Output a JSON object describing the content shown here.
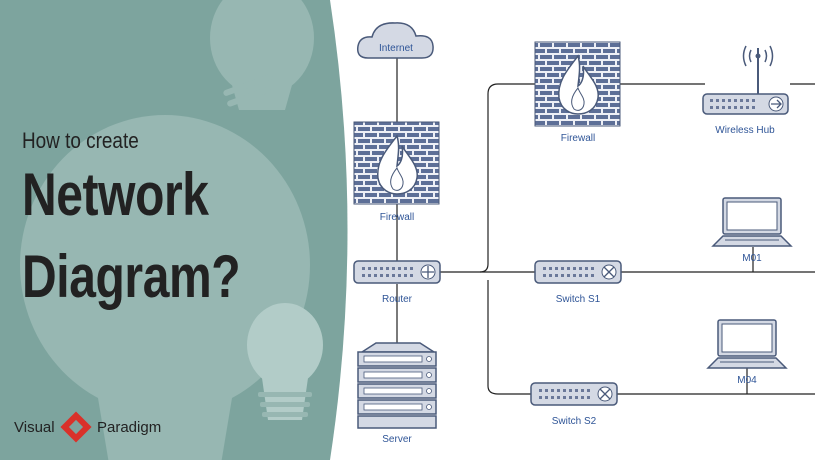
{
  "headline": {
    "intro": "How to create",
    "line1": "Network",
    "line2": "Diagram?"
  },
  "brand": {
    "left": "Visual",
    "right": "Paradigm"
  },
  "nodes": {
    "internet": "Internet",
    "firewall_left": "Firewall",
    "firewall_right": "Firewall",
    "router": "Router",
    "server": "Server",
    "switch_s1": "Switch S1",
    "switch_s2": "Switch S2",
    "wireless_hub": "Wireless Hub",
    "m01": "M01",
    "m04": "M04"
  },
  "colors": {
    "panel": "#7da49e",
    "bulb": "#97b7b2",
    "device_stroke": "#4a5a7a",
    "device_fill": "#d4d9e4",
    "label": "#2f5597",
    "logo_red": "#d9312a"
  }
}
